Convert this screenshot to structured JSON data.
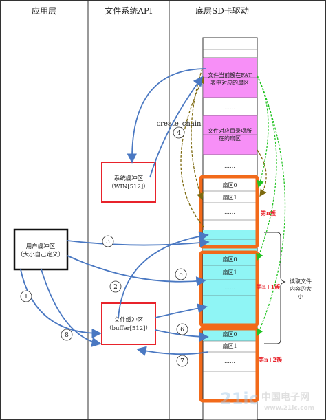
{
  "headers": {
    "app_layer": "应用层",
    "fs_api": "文件系统API",
    "sd_driver": "底层SD卡驱动"
  },
  "sd_cells": {
    "fat_sector": "文件当前簇在FAT表中对应的扇区",
    "dots_a": "……",
    "dir_sector": "文件对应目录项所在的扇区",
    "dots_b": "……"
  },
  "clusters": [
    {
      "label": "第n簇",
      "sectors": [
        "扇区0",
        "扇区1",
        "……"
      ]
    },
    {
      "label": "第n+1簇",
      "sectors": [
        "扇区0",
        "扇区1",
        "……"
      ]
    },
    {
      "label": "第n+2簇",
      "sectors": [
        "扇区0",
        "扇区1",
        "……"
      ]
    }
  ],
  "boxes": {
    "sys_buffer_line1": "系统缓冲区",
    "sys_buffer_line2": "（WIN[512]）",
    "file_buffer_line1": "文件缓冲区",
    "file_buffer_line2": "（buffer[512]）",
    "user_buffer_line1": "用户缓冲区",
    "user_buffer_line2": "（大小自己定义）"
  },
  "annotations": {
    "create_chain": "create_chain",
    "read_size_l1": "读取文件",
    "read_size_l2": "内容的大",
    "read_size_l3": "小"
  },
  "steps": [
    "1",
    "2",
    "3",
    "4",
    "5",
    "6",
    "7",
    "8"
  ],
  "watermark": {
    "text_a": "21ic",
    "text_b": "中国电子网",
    "text_c": "www.21ic.com"
  },
  "colors": {
    "magenta": "#f78ff7",
    "cyan": "#8ff5f5",
    "orange": "#f26a1a",
    "red_box": "#e8232b",
    "blue_arrow": "#4a78c2",
    "green_arrow": "#22c322",
    "olive_arrow": "#7e6a10"
  }
}
